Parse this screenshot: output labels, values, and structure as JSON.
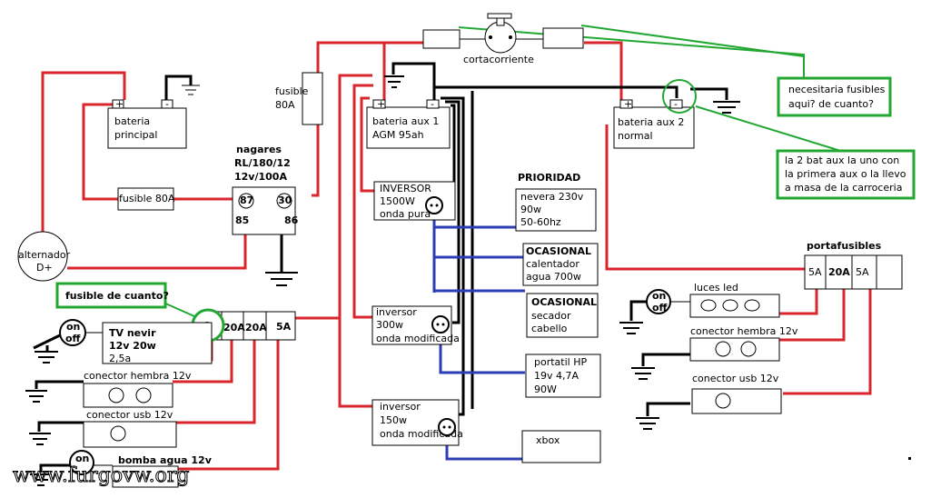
{
  "labels": {
    "cortacorriente": "cortacorriente",
    "fusible80_top1": "fusible",
    "fusible80_top2": "80A",
    "bateria_principal_1": "bateria",
    "bateria_principal_2": "principal",
    "fusible80A_box": "fusible 80A",
    "nagares_1": "nagares",
    "nagares_2": "RL/180/12",
    "nagares_3": "12v/100A",
    "pin87": "87",
    "pin30": "30",
    "pin85": "85",
    "pin86": "86",
    "alternador_1": "alternador",
    "alternador_2": "D+",
    "bat_aux1_1": "bateria aux 1",
    "bat_aux1_2": "AGM 95ah",
    "bat_aux2_1": "bateria aux 2",
    "bat_aux2_2": "normal",
    "green_q1_1": "necesitaria fusibles",
    "green_q1_2": "aqui? de cuanto?",
    "green_q2_1": "la 2 bat aux la uno con",
    "green_q2_2": "la primera aux o la llevo",
    "green_q2_3": "a masa de la carroceria",
    "inversor1_1": "INVERSOR",
    "inversor1_2": "1500W",
    "inversor1_3": "onda pura",
    "prioridad": "PRIORIDAD",
    "nevera_1": "nevera 230v",
    "nevera_2": "90w",
    "nevera_3": "50-60hz",
    "ocasional1_1": "OCASIONAL",
    "ocasional1_2": "calentador",
    "ocasional1_3": "agua 700w",
    "ocasional2_1": "OCASIONAL",
    "ocasional2_2": "secador",
    "ocasional2_3": "cabello",
    "inversor2_1": "inversor",
    "inversor2_2": "300w",
    "inversor2_3": "onda modificada",
    "portatil_1": "portatil HP",
    "portatil_2": "19v 4,7A",
    "portatil_3": "90W",
    "inversor3_1": "inversor",
    "inversor3_2": "150w",
    "inversor3_3": "onda modificada",
    "xbox": "xbox",
    "portafusibles": "portafusibles",
    "pf_5a_1": "5A",
    "pf_20a": "20A",
    "pf_5a_2": "5A",
    "luces_led": "luces led",
    "on1": "on",
    "off1": "off",
    "conector_hembra_r": "conector hembra 12v",
    "conector_usb_r": "conector usb 12v",
    "fusible_cuanto": "fusible de cuanto?",
    "question": "?",
    "lf_20a_1": "20A",
    "lf_20a_2": "20A",
    "lf_5a": "5A",
    "tv_1": "TV nevir",
    "tv_2": "12v 20w",
    "tv_3": "2,5a",
    "on2": "on",
    "off2": "off",
    "conector_hembra_l": "conector hembra 12v",
    "conector_usb_l": "conector usb 12v",
    "bomba": "bomba agua 12v",
    "on3": "on",
    "plus": "+",
    "minus": "-",
    "watermark": "www.furgovw.org"
  }
}
